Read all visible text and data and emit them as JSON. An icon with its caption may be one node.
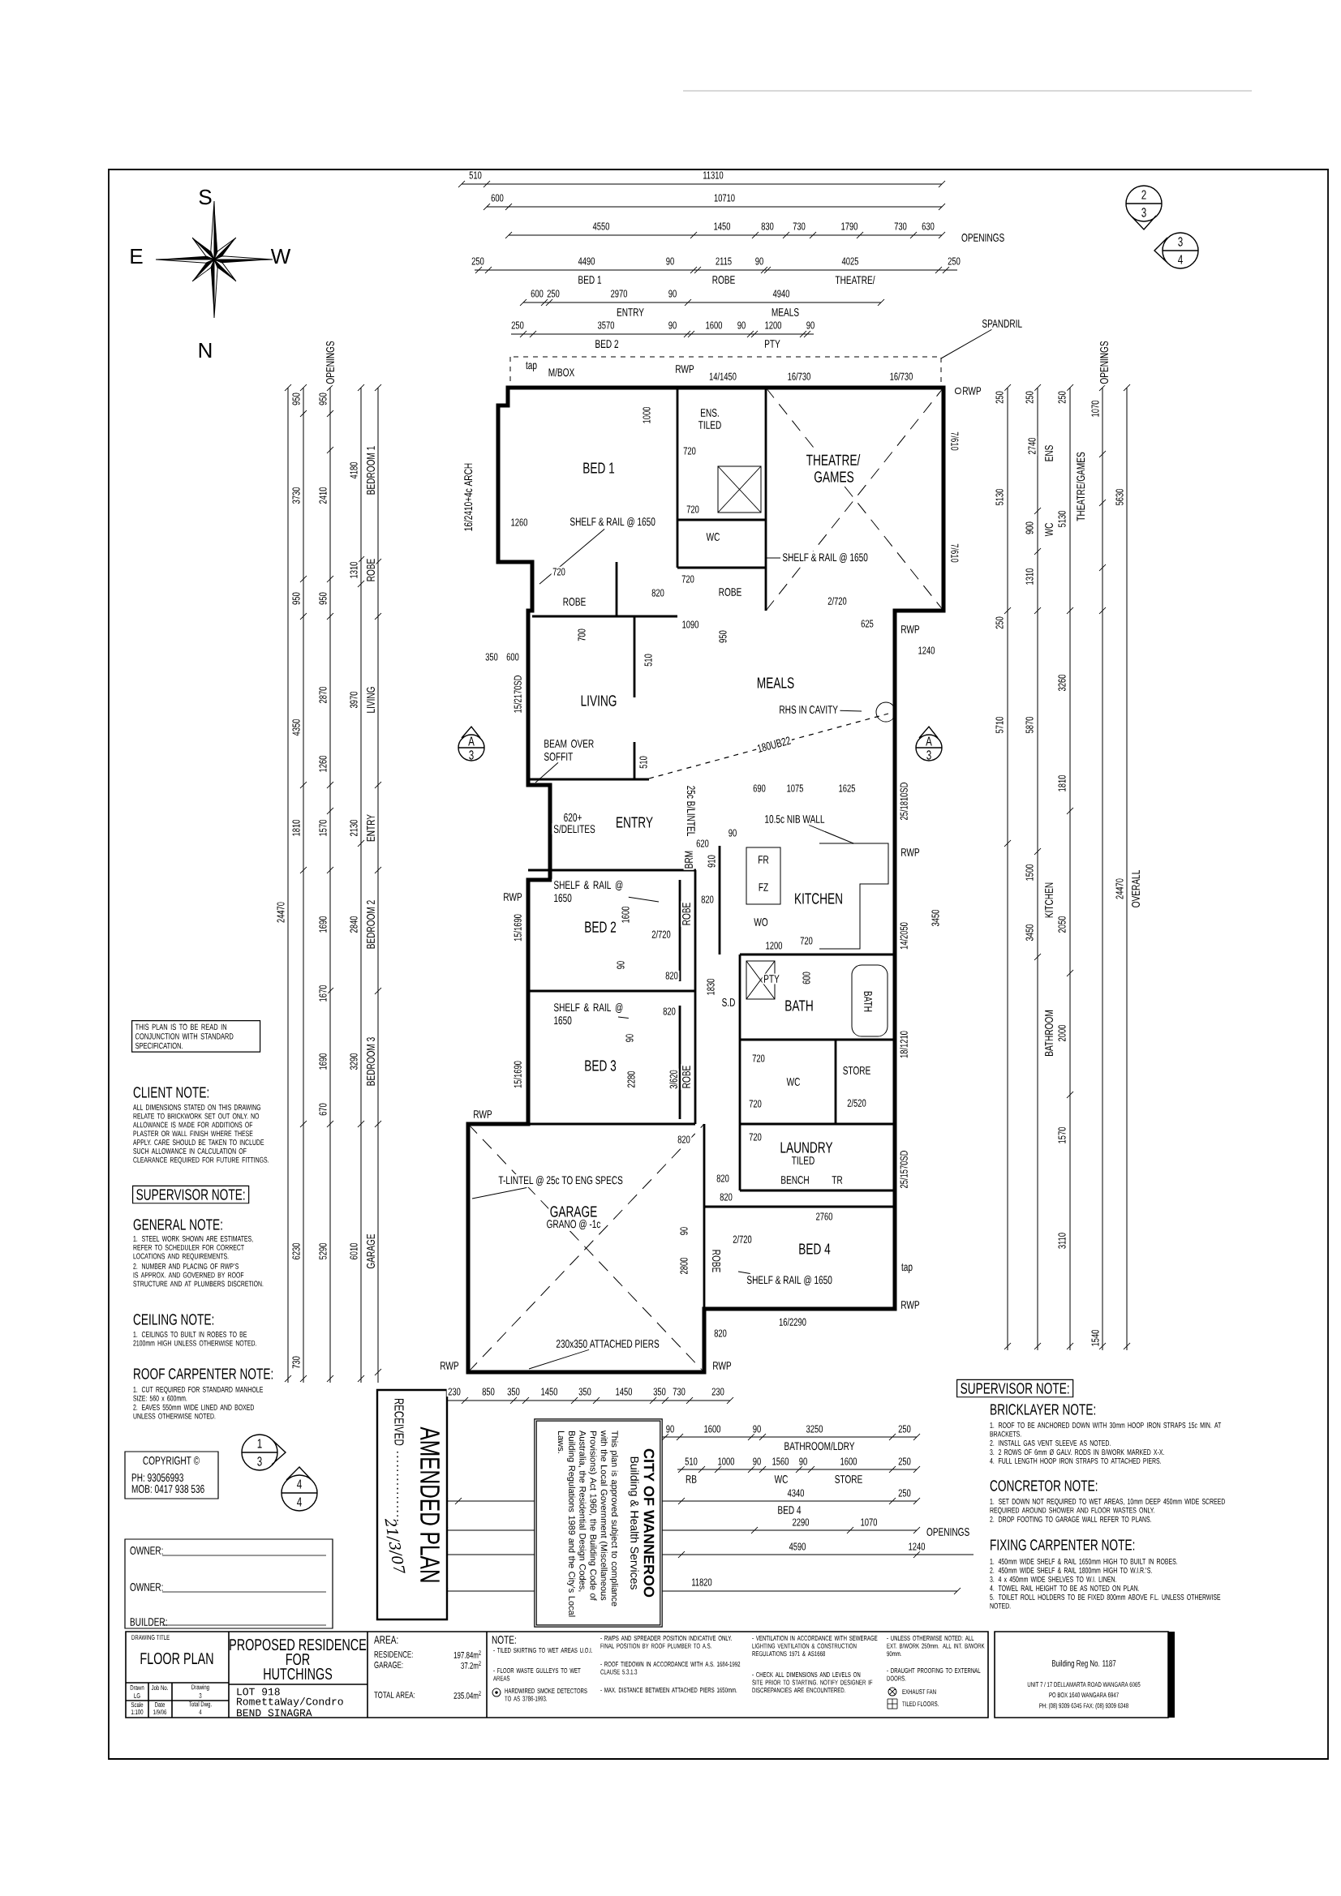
{
  "diagram": {
    "nodes": [
      {
        "text": [
          "SPANDRIL"
        ]
      },
      {
        "text": [
          "SHELF & RAIL @ 1650"
        ]
      },
      {
        "text": [
          "SHELF & RAIL @ 1650"
        ]
      },
      {
        "text": [
          "BEAM OVER SOFFIT"
        ]
      },
      {
        "text": [
          "RHS IN CAVITY"
        ]
      },
      {
        "text": [
          "10.5c NIB WALL"
        ]
      },
      {
        "text": [
          "SHELF & RAIL @ 1650"
        ]
      },
      {
        "text": [
          "SHELF & RAIL @ 1650"
        ]
      },
      {
        "text": [
          "T-LINTEL @ 25c TO ENG SPECS"
        ]
      },
      {
        "text": [
          "SHELF & RAIL @ 1650"
        ]
      },
      {
        "text": [
          "230x350 ATTACHED PIERS"
        ]
      }
    ],
    "edges": [
      {
        "from": 0,
        "to": null,
        "arrow": "none"
      },
      {
        "from": 1,
        "to": null,
        "arrow": "none"
      },
      {
        "from": 2,
        "to": null,
        "arrow": "none"
      },
      {
        "from": 3,
        "to": null,
        "arrow": "none"
      },
      {
        "from": 4,
        "to": null,
        "arrow": "none"
      },
      {
        "from": 5,
        "to": null,
        "arrow": "none"
      },
      {
        "from": 6,
        "to": null,
        "arrow": "none"
      },
      {
        "from": 7,
        "to": null,
        "arrow": "none"
      },
      {
        "from": 8,
        "to": null,
        "arrow": "none"
      },
      {
        "from": 9,
        "to": null,
        "arrow": "none"
      },
      {
        "from": 10,
        "to": null,
        "arrow": "none"
      }
    ],
    "labels": [
      "S",
      "E",
      "W",
      "N",
      "510",
      "11310",
      "600",
      "10710",
      "4550",
      "1450",
      "830",
      "730",
      "1790",
      "730",
      "630",
      "OPENINGS",
      "250",
      "4490",
      "BED 1",
      "90",
      "2115",
      "ROBE",
      "90",
      "4025",
      "THEATRE/",
      "250",
      "600",
      "250",
      "2970",
      "ENTRY",
      "90",
      "4940",
      "MEALS",
      "250",
      "3570",
      "BED 2",
      "90",
      "1600",
      "90",
      "1200",
      "PTY",
      "90",
      "tap",
      "M/BOX",
      "RWP",
      "14/1450",
      "16/730",
      "16/730",
      "RWP",
      "ENS.",
      "TILED",
      "1000",
      "720",
      "BED 1",
      "THEATRE/",
      "GAMES",
      "7/610",
      "7/610",
      "16/2410+4c ARCH",
      "1260",
      "720",
      "WC",
      "720",
      "ROBE",
      "820",
      "720",
      "ROBE",
      "2/720",
      "1090",
      "950",
      "625",
      "RWP",
      "1240",
      "700",
      "350",
      "600",
      "510",
      "MEALS",
      "LIVING",
      "15/2170SD",
      "180UB22",
      "A",
      "3",
      "A",
      "3",
      "510",
      "25c B/LINTEL",
      "690",
      "1075",
      "1625",
      "25/1810SD",
      "620+",
      "S/DELITES",
      "ENTRY",
      "90",
      "620",
      "910",
      "BRM",
      "RWP",
      "FR",
      "FZ",
      "RWP",
      "15/1690",
      "BED 2",
      "1600",
      "2/720",
      "ROBE",
      "820",
      "WO",
      "1200",
      "720",
      "KITCHEN",
      "14/2050",
      "3450",
      "90",
      "820",
      "PTY",
      "600",
      "1830",
      "S.D",
      "820",
      "BATH",
      "BATH",
      "18/1210",
      "90",
      "15/1690",
      "BED 3",
      "2280",
      "3/620",
      "ROBE",
      "720",
      "WC",
      "STORE",
      "720",
      "2/520",
      "RWP",
      "720",
      "LAUNDRY",
      "TILED",
      "820",
      "25/1570SD",
      "820",
      "BENCH",
      "TR",
      "820",
      "GARAGE",
      "GRANO @ -1c",
      "2760",
      "90",
      "2/720",
      "BED 4",
      "2800",
      "ROBE",
      "tap",
      "RWP",
      "16/2290",
      "820",
      "RWP",
      "RWP",
      "OPENINGS",
      "950",
      "3730",
      "950",
      "4350",
      "1810",
      "24470",
      "6230",
      "730",
      "950",
      "2410",
      "950",
      "2870",
      "1260",
      "1570",
      "1690",
      "1670",
      "1690",
      "670",
      "5290",
      "4180",
      "1310",
      "3970",
      "2130",
      "2840",
      "3290",
      "6010",
      "BEDROOM 1",
      "ROBE",
      "LIVING",
      "ENTRY",
      "BEDROOM 2",
      "BEDROOM 3",
      "GARAGE",
      "OPENINGS",
      "250",
      "250",
      "250",
      "5130",
      "2740",
      "ENS",
      "5130",
      "THEATRE/GAMES",
      "1070",
      "5630",
      "900",
      "WC",
      "1310",
      "250",
      "5710",
      "5870",
      "3260",
      "1810",
      "24470",
      "OVERALL",
      "1500",
      "KITCHEN",
      "3450",
      "2050",
      "2000",
      "BATHROOM",
      "1570",
      "3110",
      "1540",
      "230",
      "850",
      "350",
      "1450",
      "350",
      "1450",
      "350",
      "730",
      "230",
      "90",
      "1600",
      "90",
      "3250",
      "250",
      "BATHROOM/LDRY",
      "510",
      "1000",
      "90",
      "1560",
      "90",
      "1600",
      "250",
      "WC",
      "STORE",
      "4340",
      "250",
      "BED 4",
      "2290",
      "1070",
      "OPENINGS",
      "4590",
      "1240",
      "11820",
      "RB",
      "THIS PLAN IS TO BE READ IN CONJUNCTION WITH STANDARD SPECIFICATION.",
      "CLIENT NOTE:",
      "ALL DIMENSIONS STATED ON THIS DRAWING RELATE TO BRICKWORK SET OUT ONLY. NO ALLOWANCE IS MADE FOR ADDITIONS OF PLASTER OR WALL FINISH WHERE THESE APPLY. CARE SHOULD BE TAKEN TO INCLUDE SUCH ALLOWANCE IN CALCULATION OF CLEARANCE REQUIRED FOR FUTURE FITTINGS.",
      "SUPERVISOR NOTE:",
      "GENERAL NOTE:",
      "1. STEEL WORK SHOWN ARE ESTIMATES, REFER TO SCHEDULER FOR CORRECT LOCATIONS AND REQUIREMENTS.",
      "2. NUMBER AND PLACING OF RWP'S IS APPROX. AND GOVERNED BY ROOF STRUCTURE AND AT PLUMBERS DISCRETION.",
      "CEILING NOTE:",
      "1. CEILINGS TO BUILT IN ROBES TO BE 2100mm HIGH UNLESS OTHERWISE NOTED.",
      "ROOF CARPENTER NOTE:",
      "1. CUT REQUIRED FOR STANDARD MANHOLE SIZE: 560 x 600mm.",
      "2. EAVES 550mm WIDE LINED AND BOXED UNLESS OTHERWISE NOTED.",
      "COPYRIGHT ©",
      "PH: 93056993",
      "MOB: 0417 938 536",
      "1",
      "3",
      "4",
      "4",
      "2",
      "3",
      "3",
      "4",
      "OWNER:",
      "OWNER:",
      "BUILDER:",
      "AMENDED PLAN",
      "RECEIVED",
      "21/3/07",
      "This plan is approved subject to compliance with the Local Government (Miscellaneous Provisions) Act 1960, the Building Code of Australia, the Residential Design Codes, Building Regulations 1989 and the City's Local Laws.",
      "Building & Health Services",
      "CITY OF WANNEROO",
      "DRAWING TITLE",
      "FLOOR PLAN",
      "Drawn",
      "LG",
      "Job No.",
      "Drawing",
      "3",
      "Scale",
      "1:100",
      "Date",
      "1/9/06",
      "Total Dwg.",
      "4",
      "PROPOSED RESIDENCE",
      "FOR",
      "HUTCHINGS",
      "LOT 918",
      "RomettaWay/Condro",
      "BEND SINAGRA",
      "AREA:",
      "RESIDENCE:",
      "197.84m$^{2}$",
      "GARAGE:",
      "37.2m$^{2}$",
      "TOTAL AREA:",
      "235.04m$^{2}$",
      "NOTE:",
      "- TILED SKIRTING TO WET AREAS U.O.I.",
      "- FLOOR WASTE GULLEYS TO WET AREAS",
      "HARDWIRED SMOKE DETECTORS TO AS 3786-1993.",
      "- RWPS AND SPREADER POSITION INDICATIVE ONLY. FINAL POSITION BY ROOF PLUMBER TO A.S.",
      "- ROOF TIEDOWN IN ACCORDANCE WITH A.S. 1684-1992 CLAUSE 5.3.1.3",
      "- MAX. DISTANCE BETWEEN ATTACHED PIERS 1650mm.",
      "- VENTILATION IN ACCORDANCE WITH SEWERAGE LIGHTING VENTILATION & CONSTRUCTION REGULATIONS 1971 & AS1668",
      "- CHECK ALL DIMENSIONS AND LEVELS ON SITE PRIOR TO STARTING. NOTIFY DESIGNER IF DISCREPANCIES ARE ENCOUNTERED.",
      "- UNLESS OTHERWISE NOTED: ALL EXT. B/WORK 250mm. ALL INT. B/WORK 90mm.",
      "- DRAUGHT PROOFING TO EXTERNAL DOORS.",
      "EXHAUST FAN",
      "TILED FLOORS.",
      "Building Reg No. 1187",
      "UNIT 7 / 17 DELLAMARTA ROAD WANGARA 6065",
      "PO BOX 1640 WANGARA 6947",
      "PH: (08) 9309 6345   FAX: (08) 9309 6348",
      "SUPERVISOR NOTE:",
      "BRICKLAYER NOTE:",
      "1. ROOF TO BE ANCHORED DOWN WITH 30mm HOOP IRON STRAPS 15c MIN. AT BRACKETS.",
      "2. INSTALL GAS VENT SLEEVE AS NOTED.",
      "3. 2 ROWS OF 6mm Ø GALV. RODS IN B/WORK MARKED X-X.",
      "4. FULL LENGTH HOOP IRON STRAPS TO ATTACHED PIERS.",
      "CONCRETOR NOTE:",
      "1. SET DOWN NOT REQUIRED TO WET AREAS, 10mm DEEP 450mm WIDE SCREED REQUIRED AROUND SHOWER AND FLOOR WASTES ONLY.",
      "2. DROP FOOTING TO GARAGE WALL REFER TO PLANS.",
      "FIXING CARPENTER NOTE:",
      "1. 450mm WIDE SHELF & RAIL 1650mm HIGH TO BUILT IN ROBES.",
      "2. 450mm WIDE SHELF & RAIL 1800mm HIGH TO W.I.R.'S.",
      "3. 4 x 450mm WIDE SHELVES TO W.I. LINEN.",
      "4. TOWEL RAIL HEIGHT TO BE AS NOTED ON PLAN.",
      "5. TOILET ROLL HOLDERS TO BE FIXED 800mm ABOVE F.L. UNLESS OTHERWISE NOTED."
    ]
  }
}
